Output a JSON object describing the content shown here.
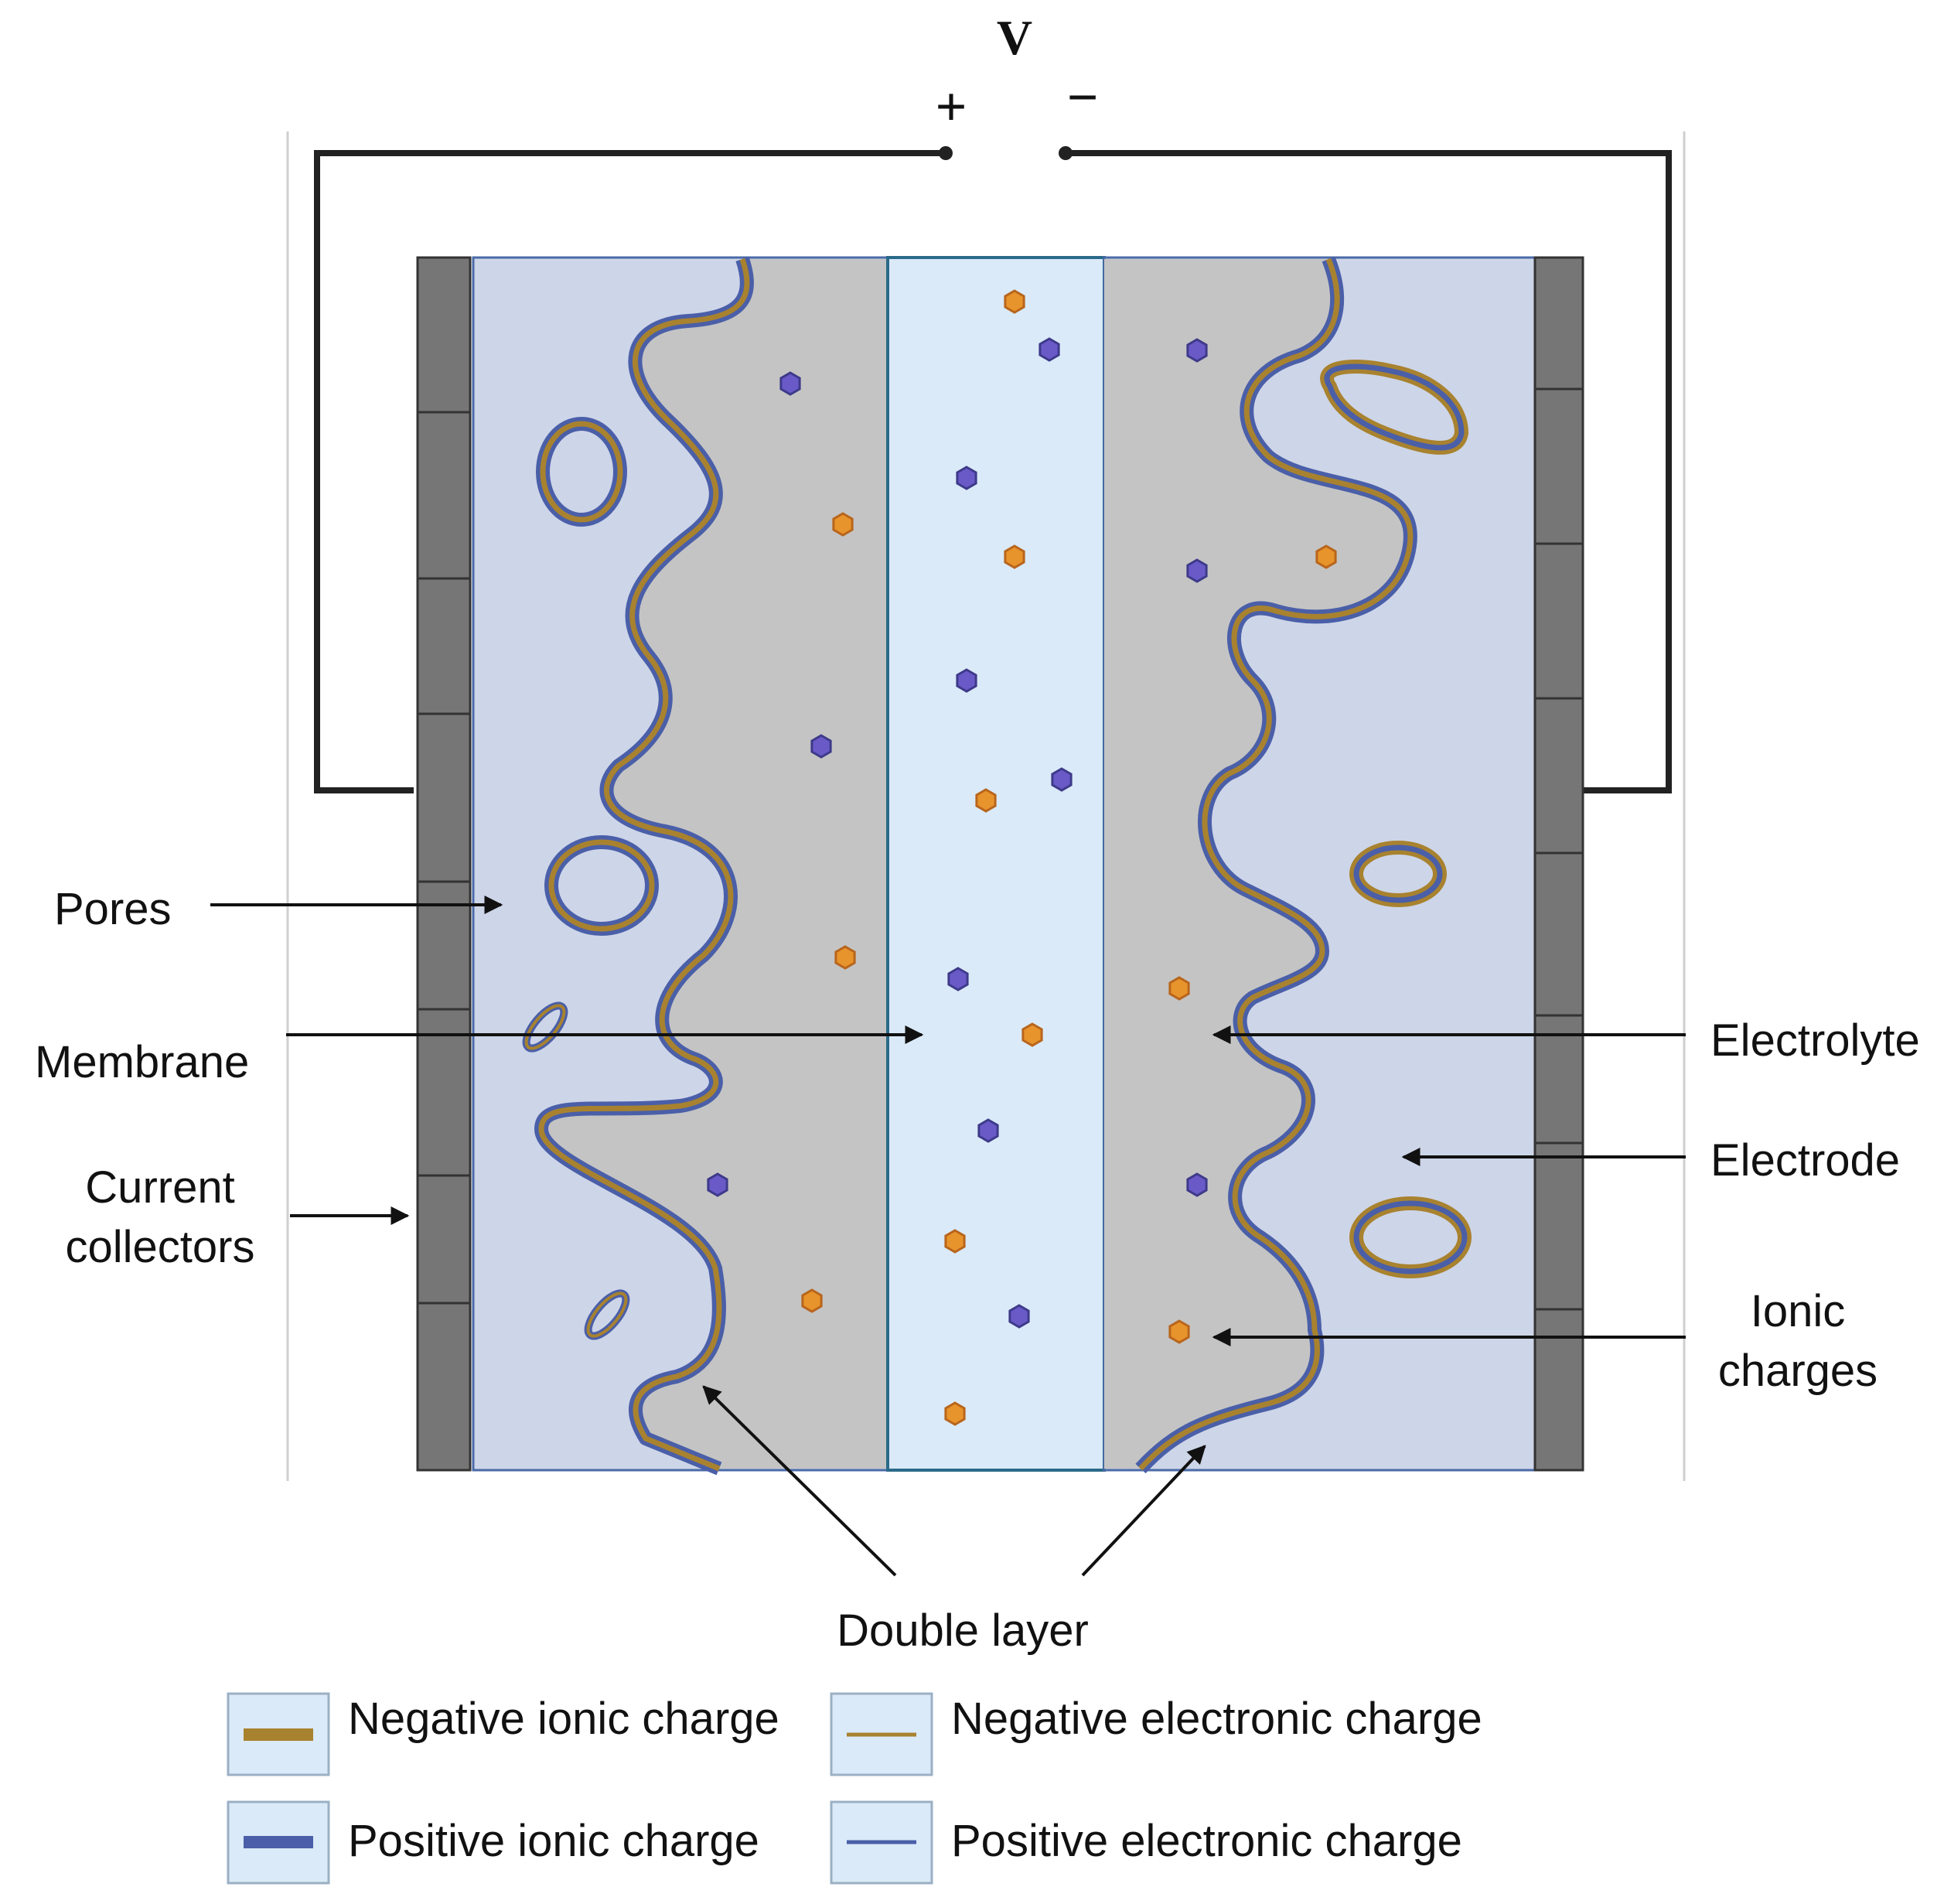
{
  "voltage": {
    "symbol": "V",
    "plus": "+",
    "minus": "−"
  },
  "labels": {
    "pores": "Pores",
    "membrane": "Membrane",
    "current_collectors_1": "Current",
    "current_collectors_2": "collectors",
    "electrolyte": "Electrolyte",
    "electrode": "Electrode",
    "ionic_charges_1": "Ionic",
    "ionic_charges_2": "charges",
    "double_layer": "Double layer"
  },
  "legend": [
    {
      "label": "Negative ionic charge",
      "color": "#a8822f",
      "stroke": "thick"
    },
    {
      "label": "Negative electronic charge",
      "color": "#a8822f",
      "stroke": "thin"
    },
    {
      "label": "Positive ionic charge",
      "color": "#4a5fa8",
      "stroke": "thick"
    },
    {
      "label": "Positive electronic charge",
      "color": "#4a5fa8",
      "stroke": "thin"
    }
  ],
  "colors": {
    "electrode": "#cdd5e8",
    "electrolyte": "#c4c4c4",
    "membrane": "#daeaf8",
    "collector": "#767676",
    "negative": "#a8822f",
    "positive": "#4a5fa8",
    "anion": "#e8942c",
    "cation": "#6a5ac8"
  }
}
